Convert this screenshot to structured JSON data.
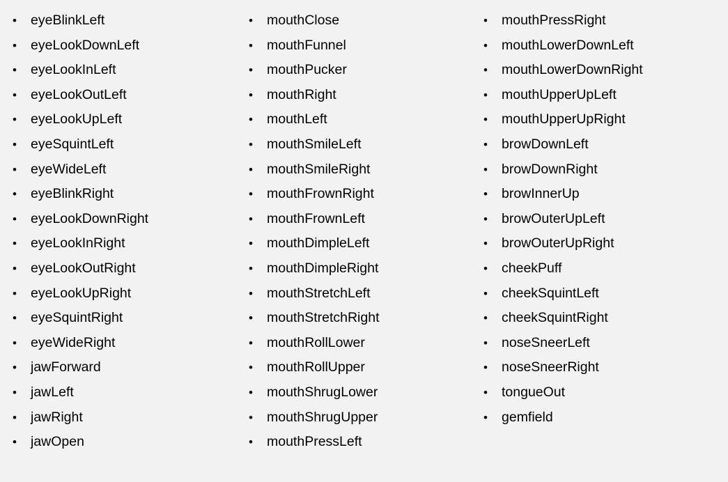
{
  "bullet_char": "•",
  "columns": [
    {
      "items": [
        "eyeBlinkLeft",
        "eyeLookDownLeft",
        "eyeLookInLeft",
        "eyeLookOutLeft",
        "eyeLookUpLeft",
        "eyeSquintLeft",
        "eyeWideLeft",
        "eyeBlinkRight",
        "eyeLookDownRight",
        "eyeLookInRight",
        "eyeLookOutRight",
        "eyeLookUpRight",
        "eyeSquintRight",
        "eyeWideRight",
        "jawForward",
        "jawLeft",
        "jawRight",
        "jawOpen"
      ]
    },
    {
      "items": [
        "mouthClose",
        "mouthFunnel",
        "mouthPucker",
        "mouthRight",
        "mouthLeft",
        "mouthSmileLeft",
        "mouthSmileRight",
        "mouthFrownRight",
        "mouthFrownLeft",
        "mouthDimpleLeft",
        "mouthDimpleRight",
        "mouthStretchLeft",
        "mouthStretchRight",
        "mouthRollLower",
        "mouthRollUpper",
        "mouthShrugLower",
        "mouthShrugUpper",
        "mouthPressLeft"
      ]
    },
    {
      "items": [
        "mouthPressRight",
        "mouthLowerDownLeft",
        "mouthLowerDownRight",
        "mouthUpperUpLeft",
        "mouthUpperUpRight",
        "browDownLeft",
        "browDownRight",
        "browInnerUp",
        "browOuterUpLeft",
        "browOuterUpRight",
        "cheekPuff",
        "cheekSquintLeft",
        "cheekSquintRight",
        "noseSneerLeft",
        "noseSneerRight",
        "tongueOut",
        "gemfield"
      ]
    }
  ]
}
